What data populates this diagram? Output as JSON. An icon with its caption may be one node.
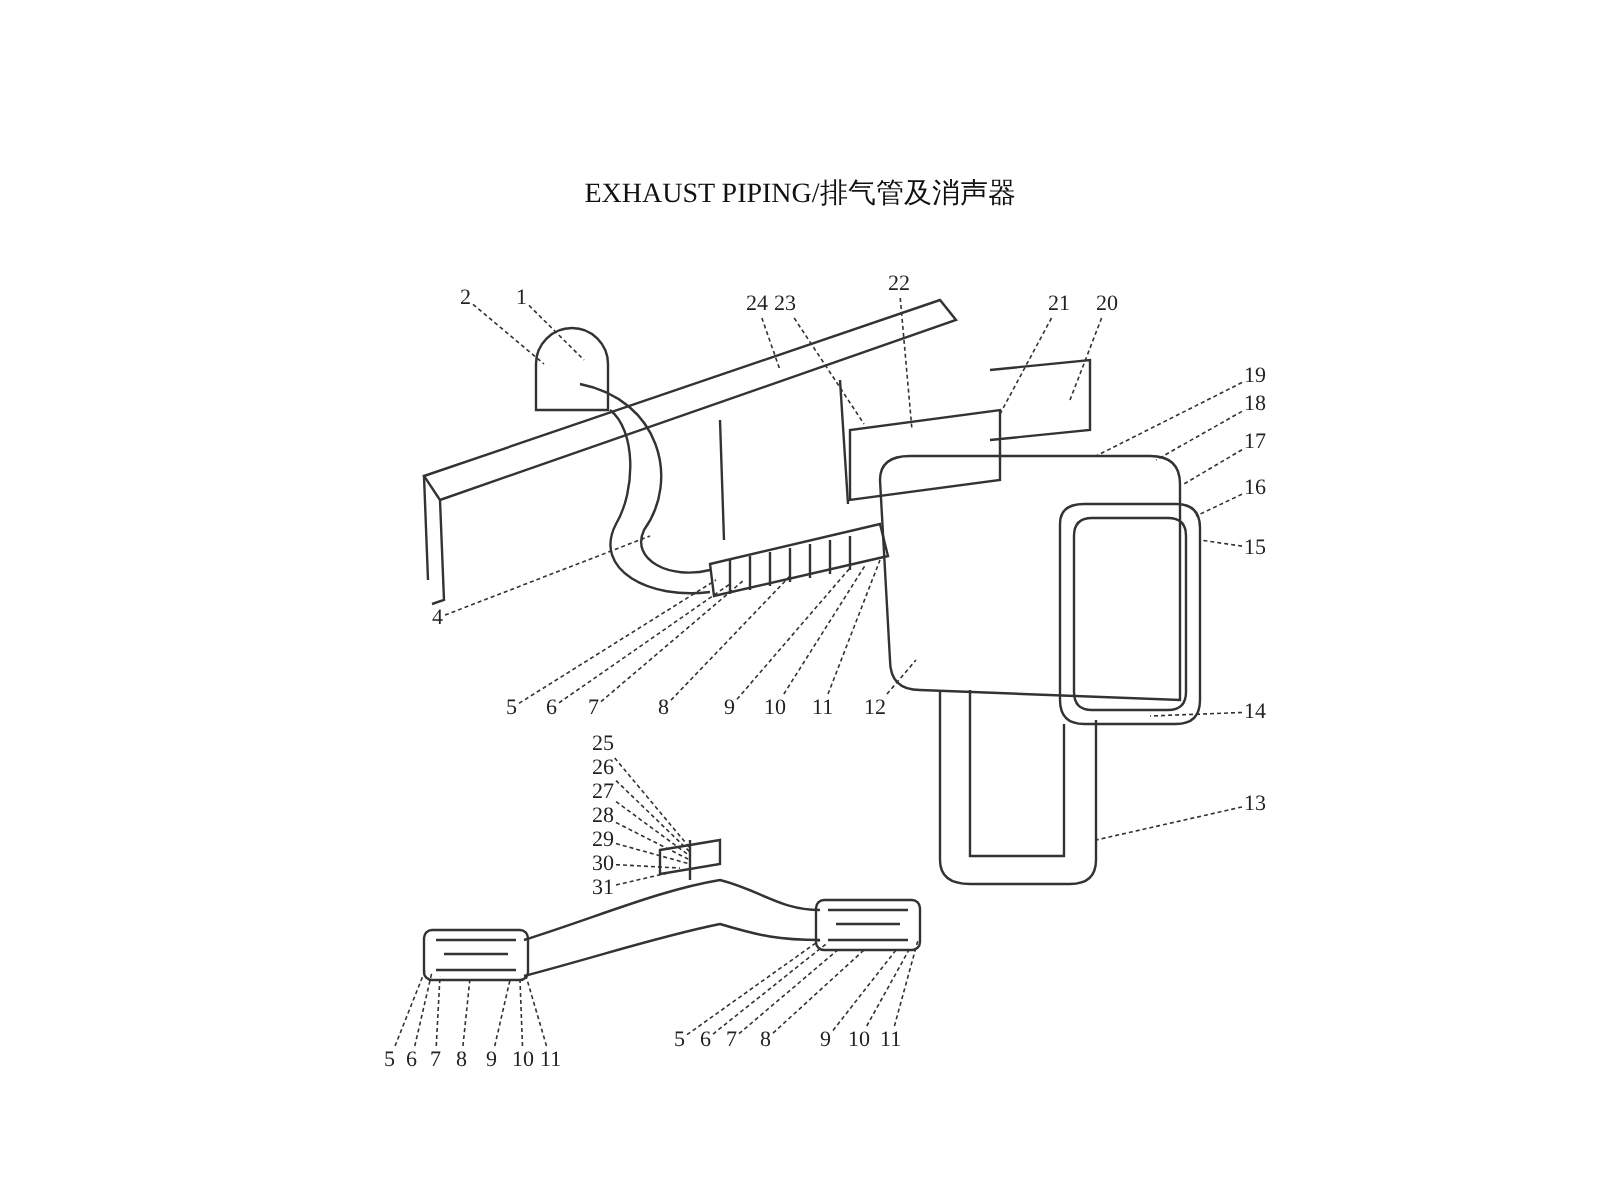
{
  "diagram": {
    "title": "EXHAUST PIPING/排气管及消声器",
    "nodes": [
      {
        "text": [
          "2"
        ]
      },
      {
        "text": [
          "1"
        ]
      },
      {
        "text": [
          "24"
        ]
      },
      {
        "text": [
          "23"
        ]
      },
      {
        "text": [
          "22"
        ]
      },
      {
        "text": [
          "21"
        ]
      },
      {
        "text": [
          "20"
        ]
      },
      {
        "text": [
          "19"
        ]
      },
      {
        "text": [
          "18"
        ]
      },
      {
        "text": [
          "17"
        ]
      },
      {
        "text": [
          "16"
        ]
      },
      {
        "text": [
          "15"
        ]
      },
      {
        "text": [
          "4"
        ]
      },
      {
        "text": [
          "5"
        ]
      },
      {
        "text": [
          "6"
        ]
      },
      {
        "text": [
          "7"
        ]
      },
      {
        "text": [
          "8"
        ]
      },
      {
        "text": [
          "9"
        ]
      },
      {
        "text": [
          "10"
        ]
      },
      {
        "text": [
          "11"
        ]
      },
      {
        "text": [
          "12"
        ]
      },
      {
        "text": [
          "14"
        ]
      },
      {
        "text": [
          "25"
        ]
      },
      {
        "text": [
          "26"
        ]
      },
      {
        "text": [
          "27"
        ]
      },
      {
        "text": [
          "28"
        ]
      },
      {
        "text": [
          "29"
        ]
      },
      {
        "text": [
          "30"
        ]
      },
      {
        "text": [
          "31"
        ]
      },
      {
        "text": [
          "13"
        ]
      },
      {
        "text": [
          "5"
        ]
      },
      {
        "text": [
          "6"
        ]
      },
      {
        "text": [
          "7"
        ]
      },
      {
        "text": [
          "8"
        ]
      },
      {
        "text": [
          "9"
        ]
      },
      {
        "text": [
          "10"
        ]
      },
      {
        "text": [
          "11"
        ]
      },
      {
        "text": [
          "5"
        ]
      },
      {
        "text": [
          "6"
        ]
      },
      {
        "text": [
          "7"
        ]
      },
      {
        "text": [
          "8"
        ]
      },
      {
        "text": [
          "9"
        ]
      },
      {
        "text": [
          "10"
        ]
      },
      {
        "text": [
          "11"
        ]
      }
    ],
    "edges": [
      {
        "from": 0,
        "to": null,
        "arrow": "none"
      },
      {
        "from": 1,
        "to": null,
        "arrow": "none"
      },
      {
        "from": 2,
        "to": null,
        "arrow": "none"
      },
      {
        "from": 3,
        "to": null,
        "arrow": "none"
      },
      {
        "from": 4,
        "to": null,
        "arrow": "none"
      },
      {
        "from": 5,
        "to": null,
        "arrow": "none"
      },
      {
        "from": 6,
        "to": null,
        "arrow": "none"
      },
      {
        "from": 7,
        "to": null,
        "arrow": "none"
      },
      {
        "from": 8,
        "to": null,
        "arrow": "none"
      },
      {
        "from": 9,
        "to": null,
        "arrow": "none"
      },
      {
        "from": 10,
        "to": null,
        "arrow": "none"
      },
      {
        "from": 11,
        "to": null,
        "arrow": "none"
      },
      {
        "from": 12,
        "to": null,
        "arrow": "none"
      },
      {
        "from": 13,
        "to": null,
        "arrow": "none"
      },
      {
        "from": 14,
        "to": null,
        "arrow": "none"
      },
      {
        "from": 15,
        "to": null,
        "arrow": "none"
      },
      {
        "from": 16,
        "to": null,
        "arrow": "none"
      },
      {
        "from": 17,
        "to": null,
        "arrow": "none"
      },
      {
        "from": 18,
        "to": null,
        "arrow": "none"
      },
      {
        "from": 19,
        "to": null,
        "arrow": "none"
      },
      {
        "from": 20,
        "to": null,
        "arrow": "none"
      },
      {
        "from": 21,
        "to": null,
        "arrow": "none"
      },
      {
        "from": 22,
        "to": null,
        "arrow": "none"
      },
      {
        "from": 23,
        "to": null,
        "arrow": "none"
      },
      {
        "from": 24,
        "to": null,
        "arrow": "none"
      },
      {
        "from": 25,
        "to": null,
        "arrow": "none"
      },
      {
        "from": 26,
        "to": null,
        "arrow": "none"
      },
      {
        "from": 27,
        "to": null,
        "arrow": "none"
      },
      {
        "from": 28,
        "to": null,
        "arrow": "none"
      },
      {
        "from": 29,
        "to": null,
        "arrow": "none"
      },
      {
        "from": 30,
        "to": null,
        "arrow": "none"
      },
      {
        "from": 31,
        "to": null,
        "arrow": "none"
      },
      {
        "from": 32,
        "to": null,
        "arrow": "none"
      },
      {
        "from": 33,
        "to": null,
        "arrow": "none"
      },
      {
        "from": 34,
        "to": null,
        "arrow": "none"
      },
      {
        "from": 35,
        "to": null,
        "arrow": "none"
      },
      {
        "from": 36,
        "to": null,
        "arrow": "none"
      },
      {
        "from": 37,
        "to": null,
        "arrow": "none"
      },
      {
        "from": 38,
        "to": null,
        "arrow": "none"
      },
      {
        "from": 39,
        "to": null,
        "arrow": "none"
      },
      {
        "from": 40,
        "to": null,
        "arrow": "none"
      },
      {
        "from": 41,
        "to": null,
        "arrow": "none"
      },
      {
        "from": 42,
        "to": null,
        "arrow": "none"
      },
      {
        "from": 43,
        "to": null,
        "arrow": "none"
      }
    ]
  }
}
